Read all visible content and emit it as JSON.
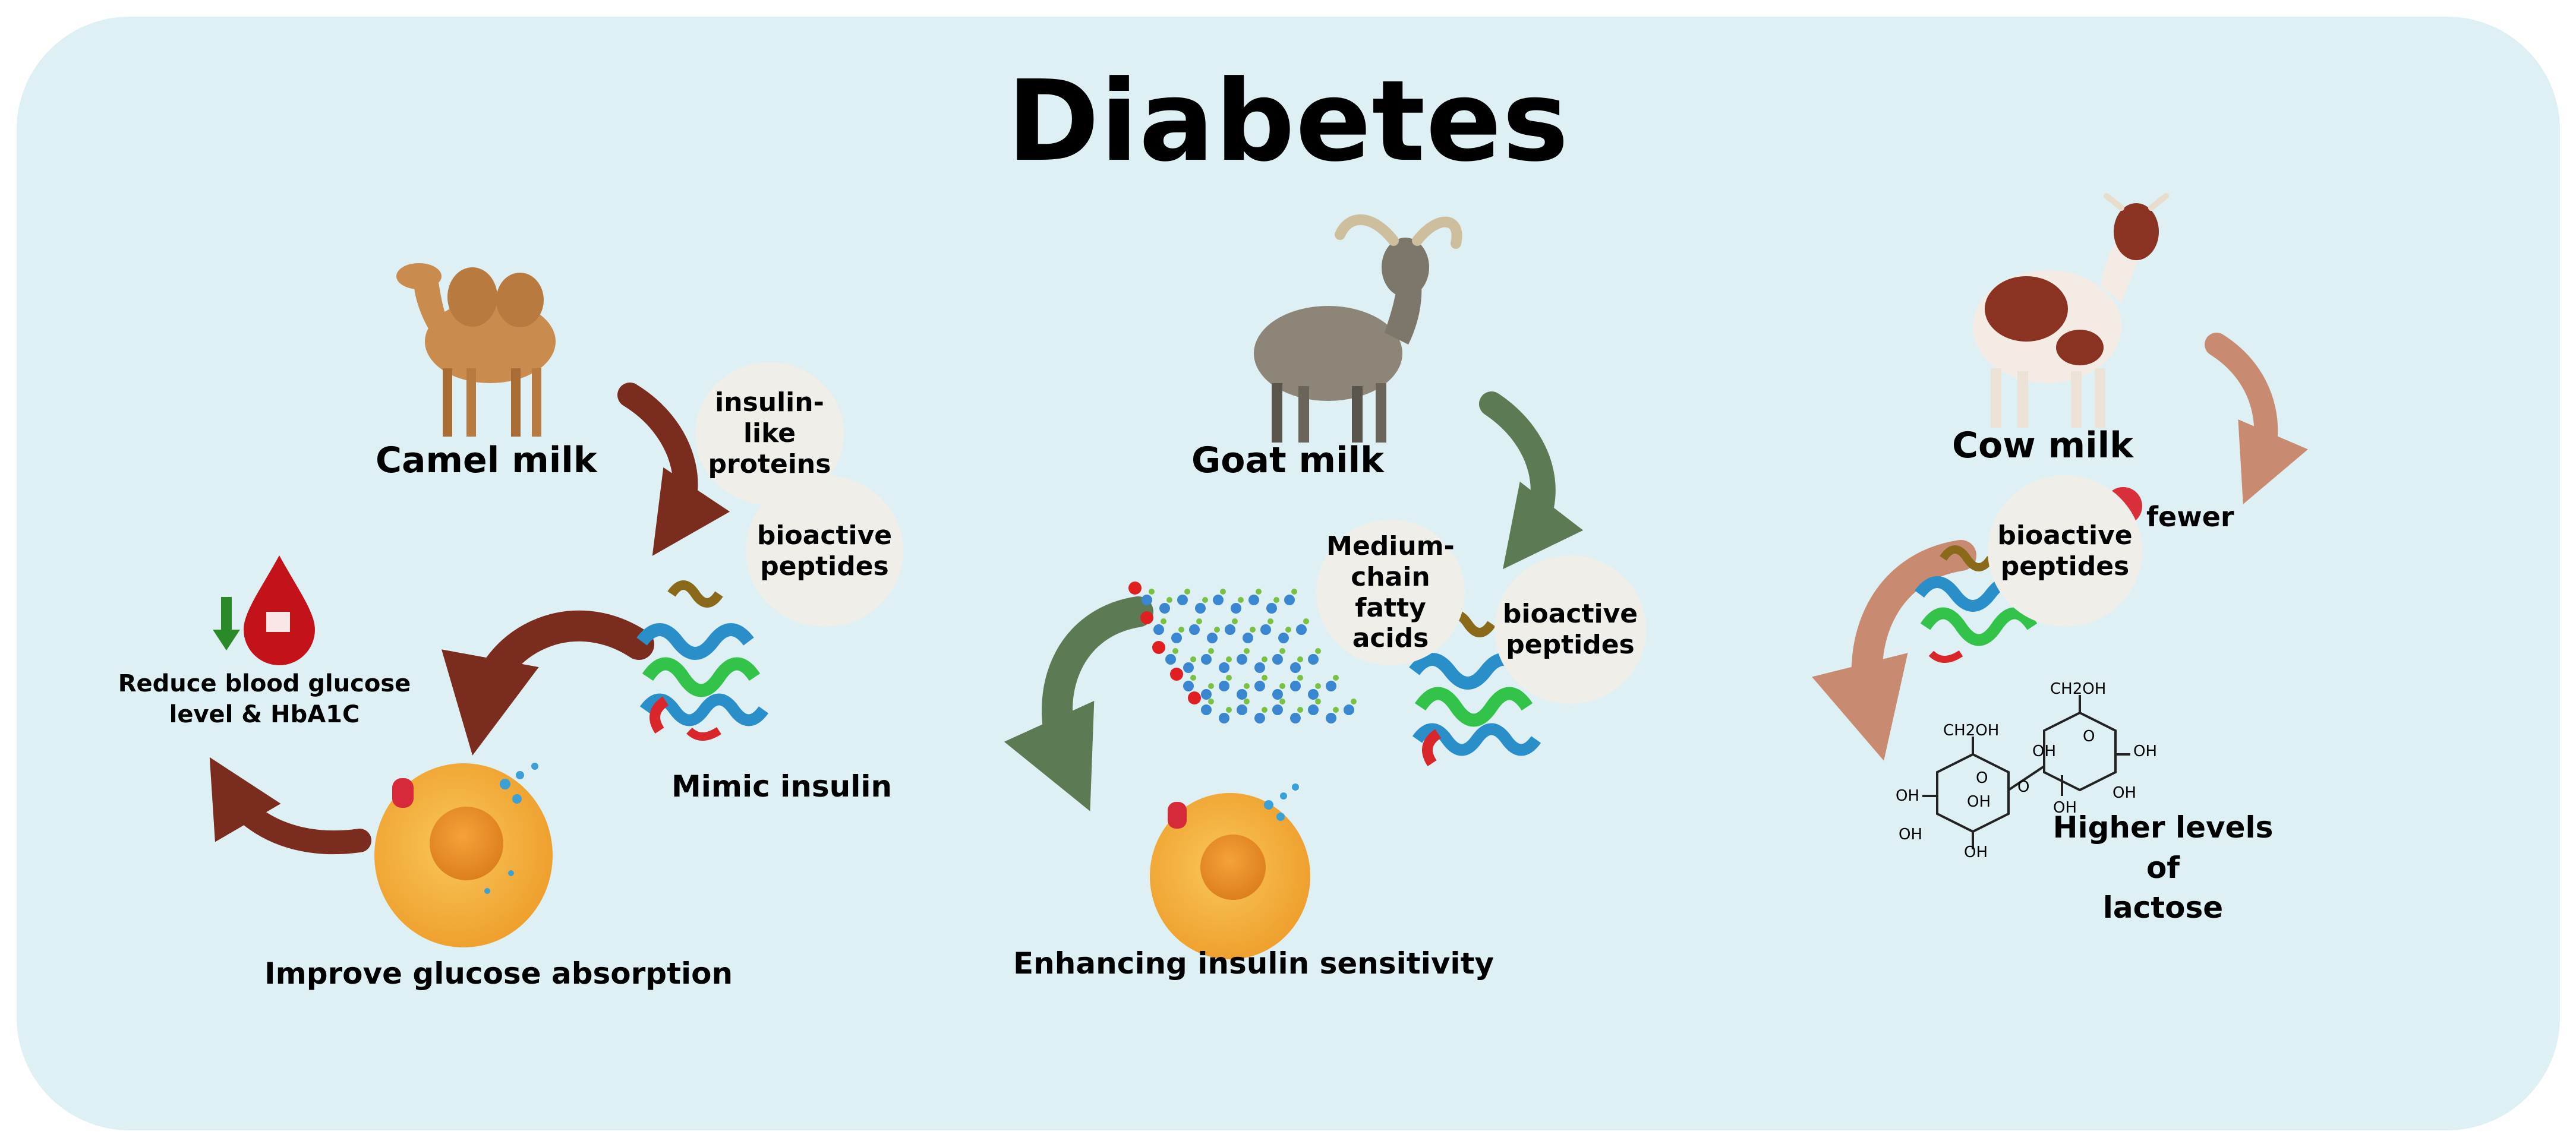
{
  "title": "Diabetes",
  "colors": {
    "panel": "#dff0f5",
    "camel_arrow": "#7a2c1e",
    "goat_arrow": "#5c7a54",
    "cow_arrow": "#c98a72",
    "cell": "#f2ad3c",
    "blood_drop": "#c4121a",
    "down_arrow": "#2a8a2a"
  },
  "camel": {
    "milk_label": "Camel milk",
    "bubble_1": "insulin-\nlike\nproteins",
    "bubble_2": "bioactive\npeptides",
    "mechanism": "Mimic insulin",
    "outcome": "Improve glucose absorption",
    "effect": "Reduce blood glucose\nlevel & HbA1C"
  },
  "goat": {
    "milk_label": "Goat  milk",
    "bubble_1": "Medium-\nchain fatty\nacids",
    "bubble_2": "bioactive\npeptides",
    "outcome": "Enhancing insulin sensitivity"
  },
  "cow": {
    "milk_label": "Cow  milk",
    "bubble_1": "bioactive\npeptides",
    "fewer": "fewer",
    "outcome": "Higher levels of\nlactose",
    "lactose_labels": [
      "CH2OH",
      "CH2OH",
      "OH",
      "OH",
      "OH",
      "OH",
      "OH",
      "OH",
      "OH",
      "OH",
      "O",
      "O",
      "O"
    ]
  }
}
